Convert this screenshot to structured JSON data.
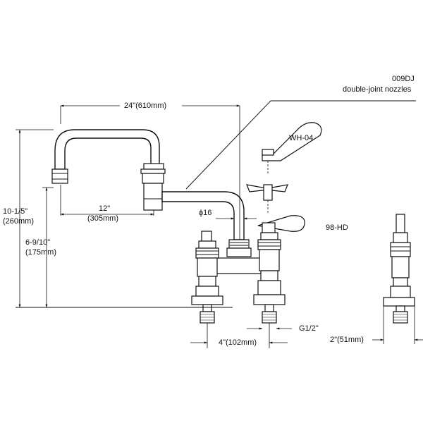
{
  "labels": {
    "model_code": "009DJ",
    "model_desc": "double-joint nozzles",
    "handle_wh04": "WH-04",
    "handle_98hd": "98-HD",
    "overall_width": "24\"(610mm)",
    "height_overall_in": "10-1/5\"",
    "height_overall_mm": "(260mm)",
    "height_spout_in": "6-9/10\"",
    "height_spout_mm": "(175mm)",
    "spout_reach_in": "12\"",
    "spout_reach_mm": "(305mm)",
    "pipe_diameter": "ϕ16",
    "center_spacing": "4\"(102mm)",
    "thread_size": "G1/2\"",
    "side_width": "2\"(51mm)"
  }
}
